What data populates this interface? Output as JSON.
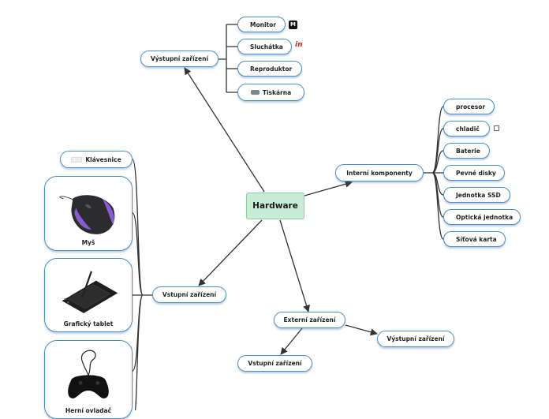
{
  "root": {
    "label": "Hardware"
  },
  "output_devices": {
    "label": "Výstupní zařízení",
    "items": [
      "Monitor",
      "Sluchátka",
      "Reproduktor",
      "Tiskárna"
    ]
  },
  "internal_components": {
    "label": "Interní komponenty",
    "items": [
      "procesor",
      "chladič",
      "Baterie",
      "Pevné disky",
      "Jednotka SSD",
      "Optická jednotka",
      "Síťová karta"
    ]
  },
  "input_devices": {
    "label": "Vstupní zařízení",
    "items": [
      "Klávesnice",
      "Myš",
      "Grafický tablet",
      "Herní ovladač"
    ]
  },
  "external_devices": {
    "label": "Externí zařízení",
    "output_label": "Výstupní zařízení",
    "input_label": "Vstupní zařízení"
  },
  "icons": {
    "monitor_badge": "m-badge-icon",
    "headphones_badge": "in-brand-icon",
    "printer": "printer-icon",
    "keyboard": "keyboard-icon",
    "external_link": "external-link-icon"
  },
  "colors": {
    "node_border": "#4a90c8",
    "root_fill": "#c8ecd4",
    "connector": "#333333",
    "mouse_accent": "#8a5cd0"
  }
}
